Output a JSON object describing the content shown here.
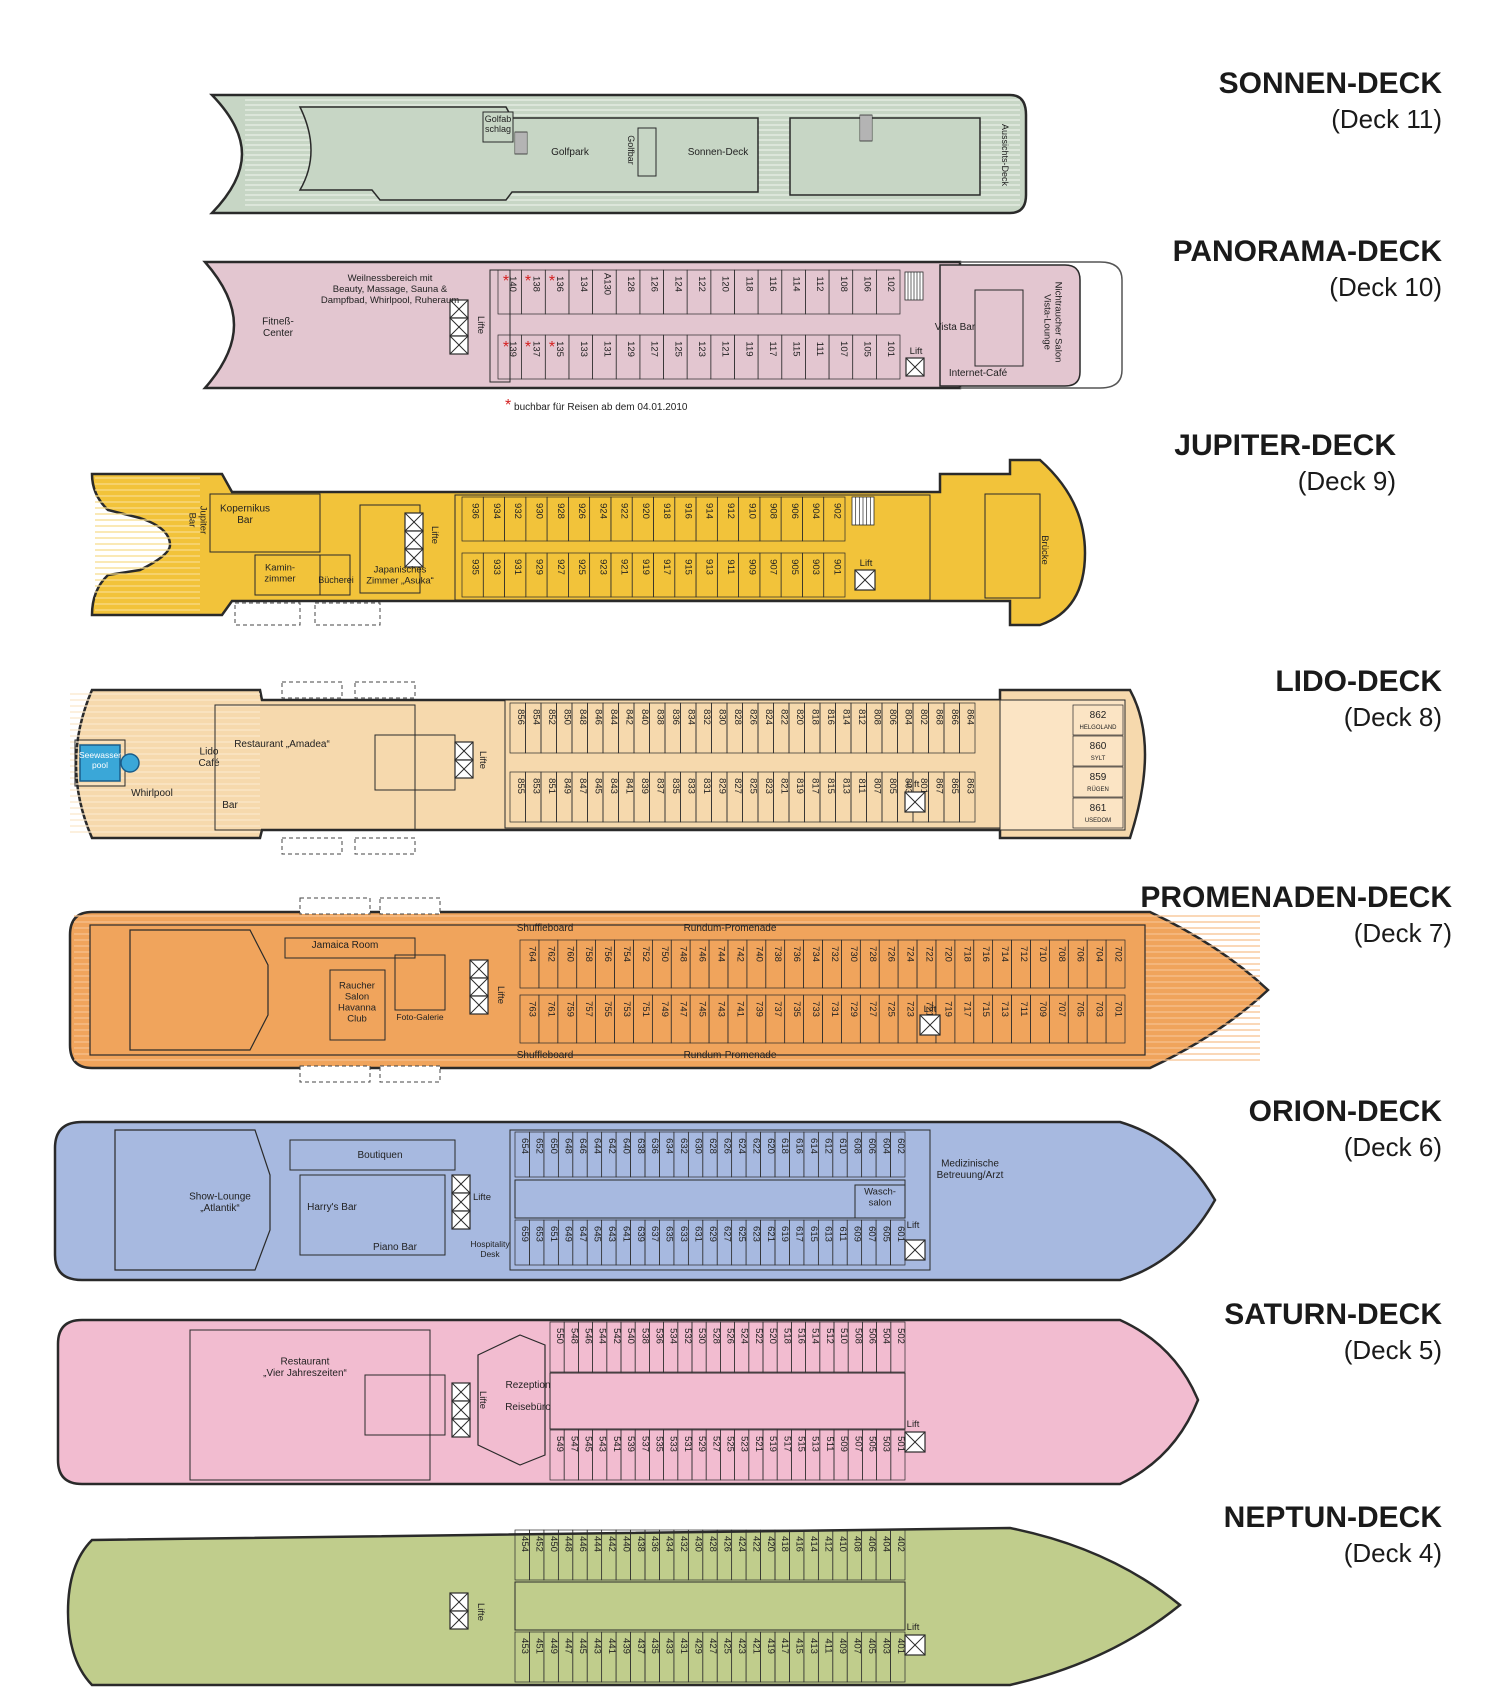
{
  "colors": {
    "sonnen": "#c7d6c5",
    "panorama": "#e3c6d0",
    "jupiter": "#f2c33a",
    "lido": "#f6d9ad",
    "promenade": "#f0a45c",
    "orion": "#a7b9e0",
    "saturn": "#f2bcd0",
    "neptun": "#c0cd8c",
    "outline": "#2a2a2a",
    "accent": "#d42020"
  },
  "decks": [
    {
      "key": "sonnen",
      "name": "SONNEN-DECK",
      "deck": "(Deck 11)",
      "labels": [
        "Golfab schlag",
        "Golfpark",
        "Golfbar",
        "Sonnen-Deck",
        "Aussichts-Deck"
      ]
    },
    {
      "key": "panorama",
      "name": "PANORAMA-DECK",
      "deck": "(Deck 10)",
      "labels": [
        "Fitneß- Center",
        "Weilnessbereich mit Beauty, Massage, Sauna & Dampfbad, Whirlpool, Ruheraum",
        "Lifte",
        "Lift",
        "Vista Bar",
        "Internet-Café",
        "Nichtraucher Salon Vista-Lounge"
      ],
      "cabins_top": [
        "140",
        "138",
        "136",
        "134",
        "A130",
        "128",
        "126",
        "124",
        "122",
        "120",
        "118",
        "116",
        "114",
        "112",
        "108",
        "106",
        "102"
      ],
      "cabins_bottom": [
        "139",
        "137",
        "135",
        "133",
        "131",
        "129",
        "127",
        "125",
        "123",
        "121",
        "119",
        "117",
        "115",
        "111",
        "107",
        "105",
        "101"
      ],
      "note": "buchbar für Reisen ab dem 04.01.2010"
    },
    {
      "key": "jupiter",
      "name": "JUPITER-DECK",
      "deck": "(Deck 9)",
      "labels": [
        "Jupiter Bar",
        "Kopernikus Bar",
        "Kamin- zimmer",
        "Bücherei",
        "Japanisches Zimmer „Asuka“",
        "Lifte",
        "Lift",
        "Brücke"
      ],
      "cabins_top": [
        "936",
        "934",
        "932",
        "930",
        "928",
        "926",
        "924",
        "922",
        "920",
        "918",
        "916",
        "914",
        "912",
        "910",
        "908",
        "906",
        "904",
        "902"
      ],
      "cabins_bottom": [
        "935",
        "933",
        "931",
        "929",
        "927",
        "925",
        "923",
        "921",
        "919",
        "917",
        "915",
        "913",
        "911",
        "909",
        "907",
        "905",
        "903",
        "901"
      ]
    },
    {
      "key": "lido",
      "name": "LIDO-DECK",
      "deck": "(Deck 8)",
      "labels": [
        "Seewasser pool",
        "Whirlpool",
        "Lido Café",
        "Restaurant „Amadea“",
        "Bar",
        "Lifte",
        "Lift"
      ],
      "cabins_top": [
        "856",
        "854",
        "852",
        "850",
        "848",
        "846",
        "844",
        "842",
        "840",
        "838",
        "836",
        "834",
        "832",
        "830",
        "828",
        "826",
        "824",
        "822",
        "820",
        "818",
        "816",
        "814",
        "812",
        "808",
        "806",
        "804",
        "802",
        "868",
        "866",
        "864"
      ],
      "cabins_bottom": [
        "855",
        "853",
        "851",
        "849",
        "847",
        "845",
        "843",
        "841",
        "839",
        "837",
        "835",
        "833",
        "831",
        "829",
        "827",
        "825",
        "823",
        "821",
        "819",
        "817",
        "815",
        "813",
        "811",
        "807",
        "805",
        "803",
        "801",
        "867",
        "865",
        "863"
      ],
      "suites": [
        {
          "num": "862",
          "name": "HELGOLAND"
        },
        {
          "num": "860",
          "name": "SYLT"
        },
        {
          "num": "859",
          "name": "RÜGEN"
        },
        {
          "num": "861",
          "name": "USEDOM"
        }
      ]
    },
    {
      "key": "promenade",
      "name": "PROMENADEN-DECK",
      "deck": "(Deck 7)",
      "labels": [
        "Shuffleboard",
        "Rundum-Promenade",
        "Jamaica Room",
        "Raucher Salon Havanna Club",
        "Foto-Galerie",
        "Lifte",
        "Lift",
        "Shuffleboard",
        "Rundum-Promenade"
      ],
      "cabins_top": [
        "764",
        "762",
        "760",
        "758",
        "756",
        "754",
        "752",
        "750",
        "748",
        "746",
        "744",
        "742",
        "740",
        "738",
        "736",
        "734",
        "732",
        "730",
        "728",
        "726",
        "724",
        "722",
        "720",
        "718",
        "716",
        "714",
        "712",
        "710",
        "708",
        "706",
        "704",
        "702"
      ],
      "cabins_bottom": [
        "763",
        "761",
        "759",
        "757",
        "755",
        "753",
        "751",
        "749",
        "747",
        "745",
        "743",
        "741",
        "739",
        "737",
        "735",
        "733",
        "731",
        "729",
        "727",
        "725",
        "723",
        "721",
        "719",
        "717",
        "715",
        "713",
        "711",
        "709",
        "707",
        "705",
        "703",
        "701"
      ]
    },
    {
      "key": "orion",
      "name": "ORION-DECK",
      "deck": "(Deck 6)",
      "labels": [
        "Show-Lounge „Atlantik“",
        "Boutiquen",
        "Harry's Bar",
        "Piano Bar",
        "Lifte",
        "Hospitality Desk",
        "Wasch- salon",
        "Medizinische Betreuung/Arzt",
        "Lift"
      ],
      "cabins_top": [
        "654",
        "652",
        "650",
        "648",
        "646",
        "644",
        "642",
        "640",
        "638",
        "636",
        "634",
        "632",
        "630",
        "628",
        "626",
        "624",
        "622",
        "620",
        "618",
        "616",
        "614",
        "612",
        "610",
        "608",
        "606",
        "604",
        "602"
      ],
      "cabins_bottom": [
        "659",
        "653",
        "651",
        "649",
        "647",
        "645",
        "643",
        "641",
        "639",
        "637",
        "635",
        "633",
        "631",
        "629",
        "627",
        "625",
        "623",
        "621",
        "619",
        "617",
        "615",
        "613",
        "611",
        "609",
        "607",
        "605",
        "601"
      ]
    },
    {
      "key": "saturn",
      "name": "SATURN-DECK",
      "deck": "(Deck 5)",
      "labels": [
        "Restaurant „Vier Jahreszeiten“",
        "Lifte",
        "Rezeption",
        "Reisebüro",
        "Lift"
      ],
      "cabins_top": [
        "550",
        "548",
        "546",
        "544",
        "542",
        "540",
        "538",
        "536",
        "534",
        "532",
        "530",
        "528",
        "526",
        "524",
        "522",
        "520",
        "518",
        "516",
        "514",
        "512",
        "510",
        "508",
        "506",
        "504",
        "502"
      ],
      "cabins_bottom": [
        "549",
        "547",
        "545",
        "543",
        "541",
        "539",
        "537",
        "535",
        "533",
        "531",
        "529",
        "527",
        "525",
        "523",
        "521",
        "519",
        "517",
        "515",
        "513",
        "511",
        "509",
        "507",
        "505",
        "503",
        "501"
      ]
    },
    {
      "key": "neptun",
      "name": "NEPTUN-DECK",
      "deck": "(Deck 4)",
      "labels": [
        "Lifte",
        "Lift"
      ],
      "cabins_top": [
        "454",
        "452",
        "450",
        "448",
        "446",
        "444",
        "442",
        "440",
        "438",
        "436",
        "434",
        "432",
        "430",
        "428",
        "426",
        "424",
        "422",
        "420",
        "418",
        "416",
        "414",
        "412",
        "410",
        "408",
        "406",
        "404",
        "402"
      ],
      "cabins_bottom": [
        "453",
        "451",
        "449",
        "447",
        "445",
        "443",
        "441",
        "439",
        "437",
        "435",
        "433",
        "431",
        "429",
        "427",
        "425",
        "423",
        "421",
        "419",
        "417",
        "415",
        "413",
        "411",
        "409",
        "407",
        "405",
        "403",
        "401"
      ]
    }
  ]
}
